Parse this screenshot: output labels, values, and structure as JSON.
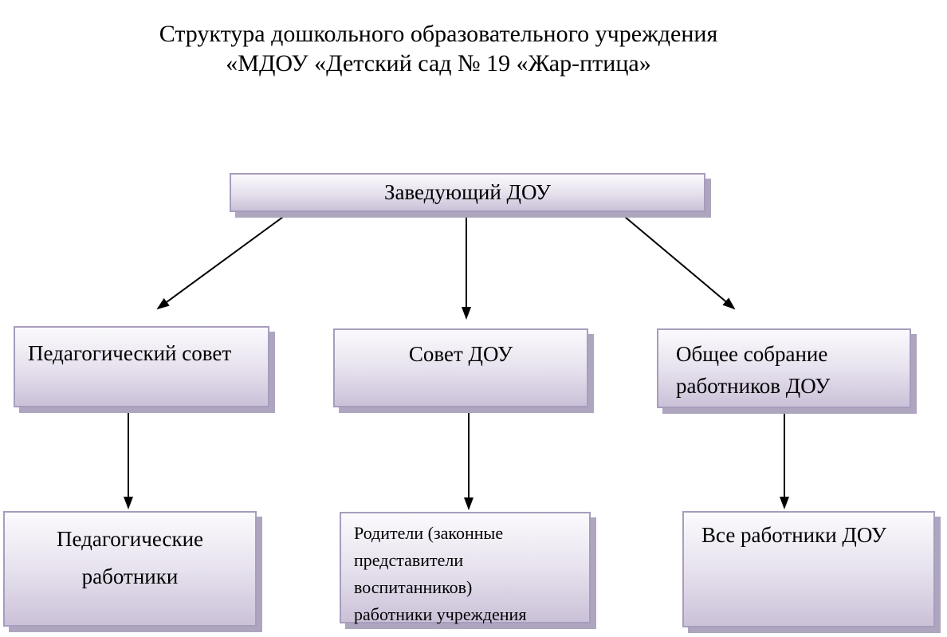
{
  "title": {
    "text": "Структура  дошкольного образовательного учреждения\n«МДОУ «Детский сад № 19 «Жар-птица»"
  },
  "nodes": {
    "head": {
      "label": "Заведующий ДОУ"
    },
    "pedagogical_council": {
      "label": "Педагогический совет"
    },
    "dou_council": {
      "label": "Совет ДОУ"
    },
    "general_meeting": {
      "label": "Общее собрание\nработников ДОУ"
    },
    "pedagogical_staff": {
      "label": "Педагогические\nработники"
    },
    "parents_staff": {
      "label": "Родители (законные\nпредставители\nвоспитанников)\nработники учреждения"
    },
    "all_staff": {
      "label": "Все работники ДОУ"
    }
  },
  "edges": [
    {
      "from": "head",
      "to": "pedagogical_council"
    },
    {
      "from": "head",
      "to": "dou_council"
    },
    {
      "from": "head",
      "to": "general_meeting"
    },
    {
      "from": "pedagogical_council",
      "to": "pedagogical_staff"
    },
    {
      "from": "dou_council",
      "to": "parents_staff"
    },
    {
      "from": "general_meeting",
      "to": "all_staff"
    }
  ],
  "colors": {
    "background": "#ffffff",
    "text": "#000000",
    "box_border": "#a79dbd",
    "box_gradient_top": "#fbfafd",
    "box_gradient_mid": "#e7e2ee",
    "box_gradient_bottom": "#cbc1d8",
    "box_shadow": "#aea5bf",
    "arrow": "#000000"
  }
}
